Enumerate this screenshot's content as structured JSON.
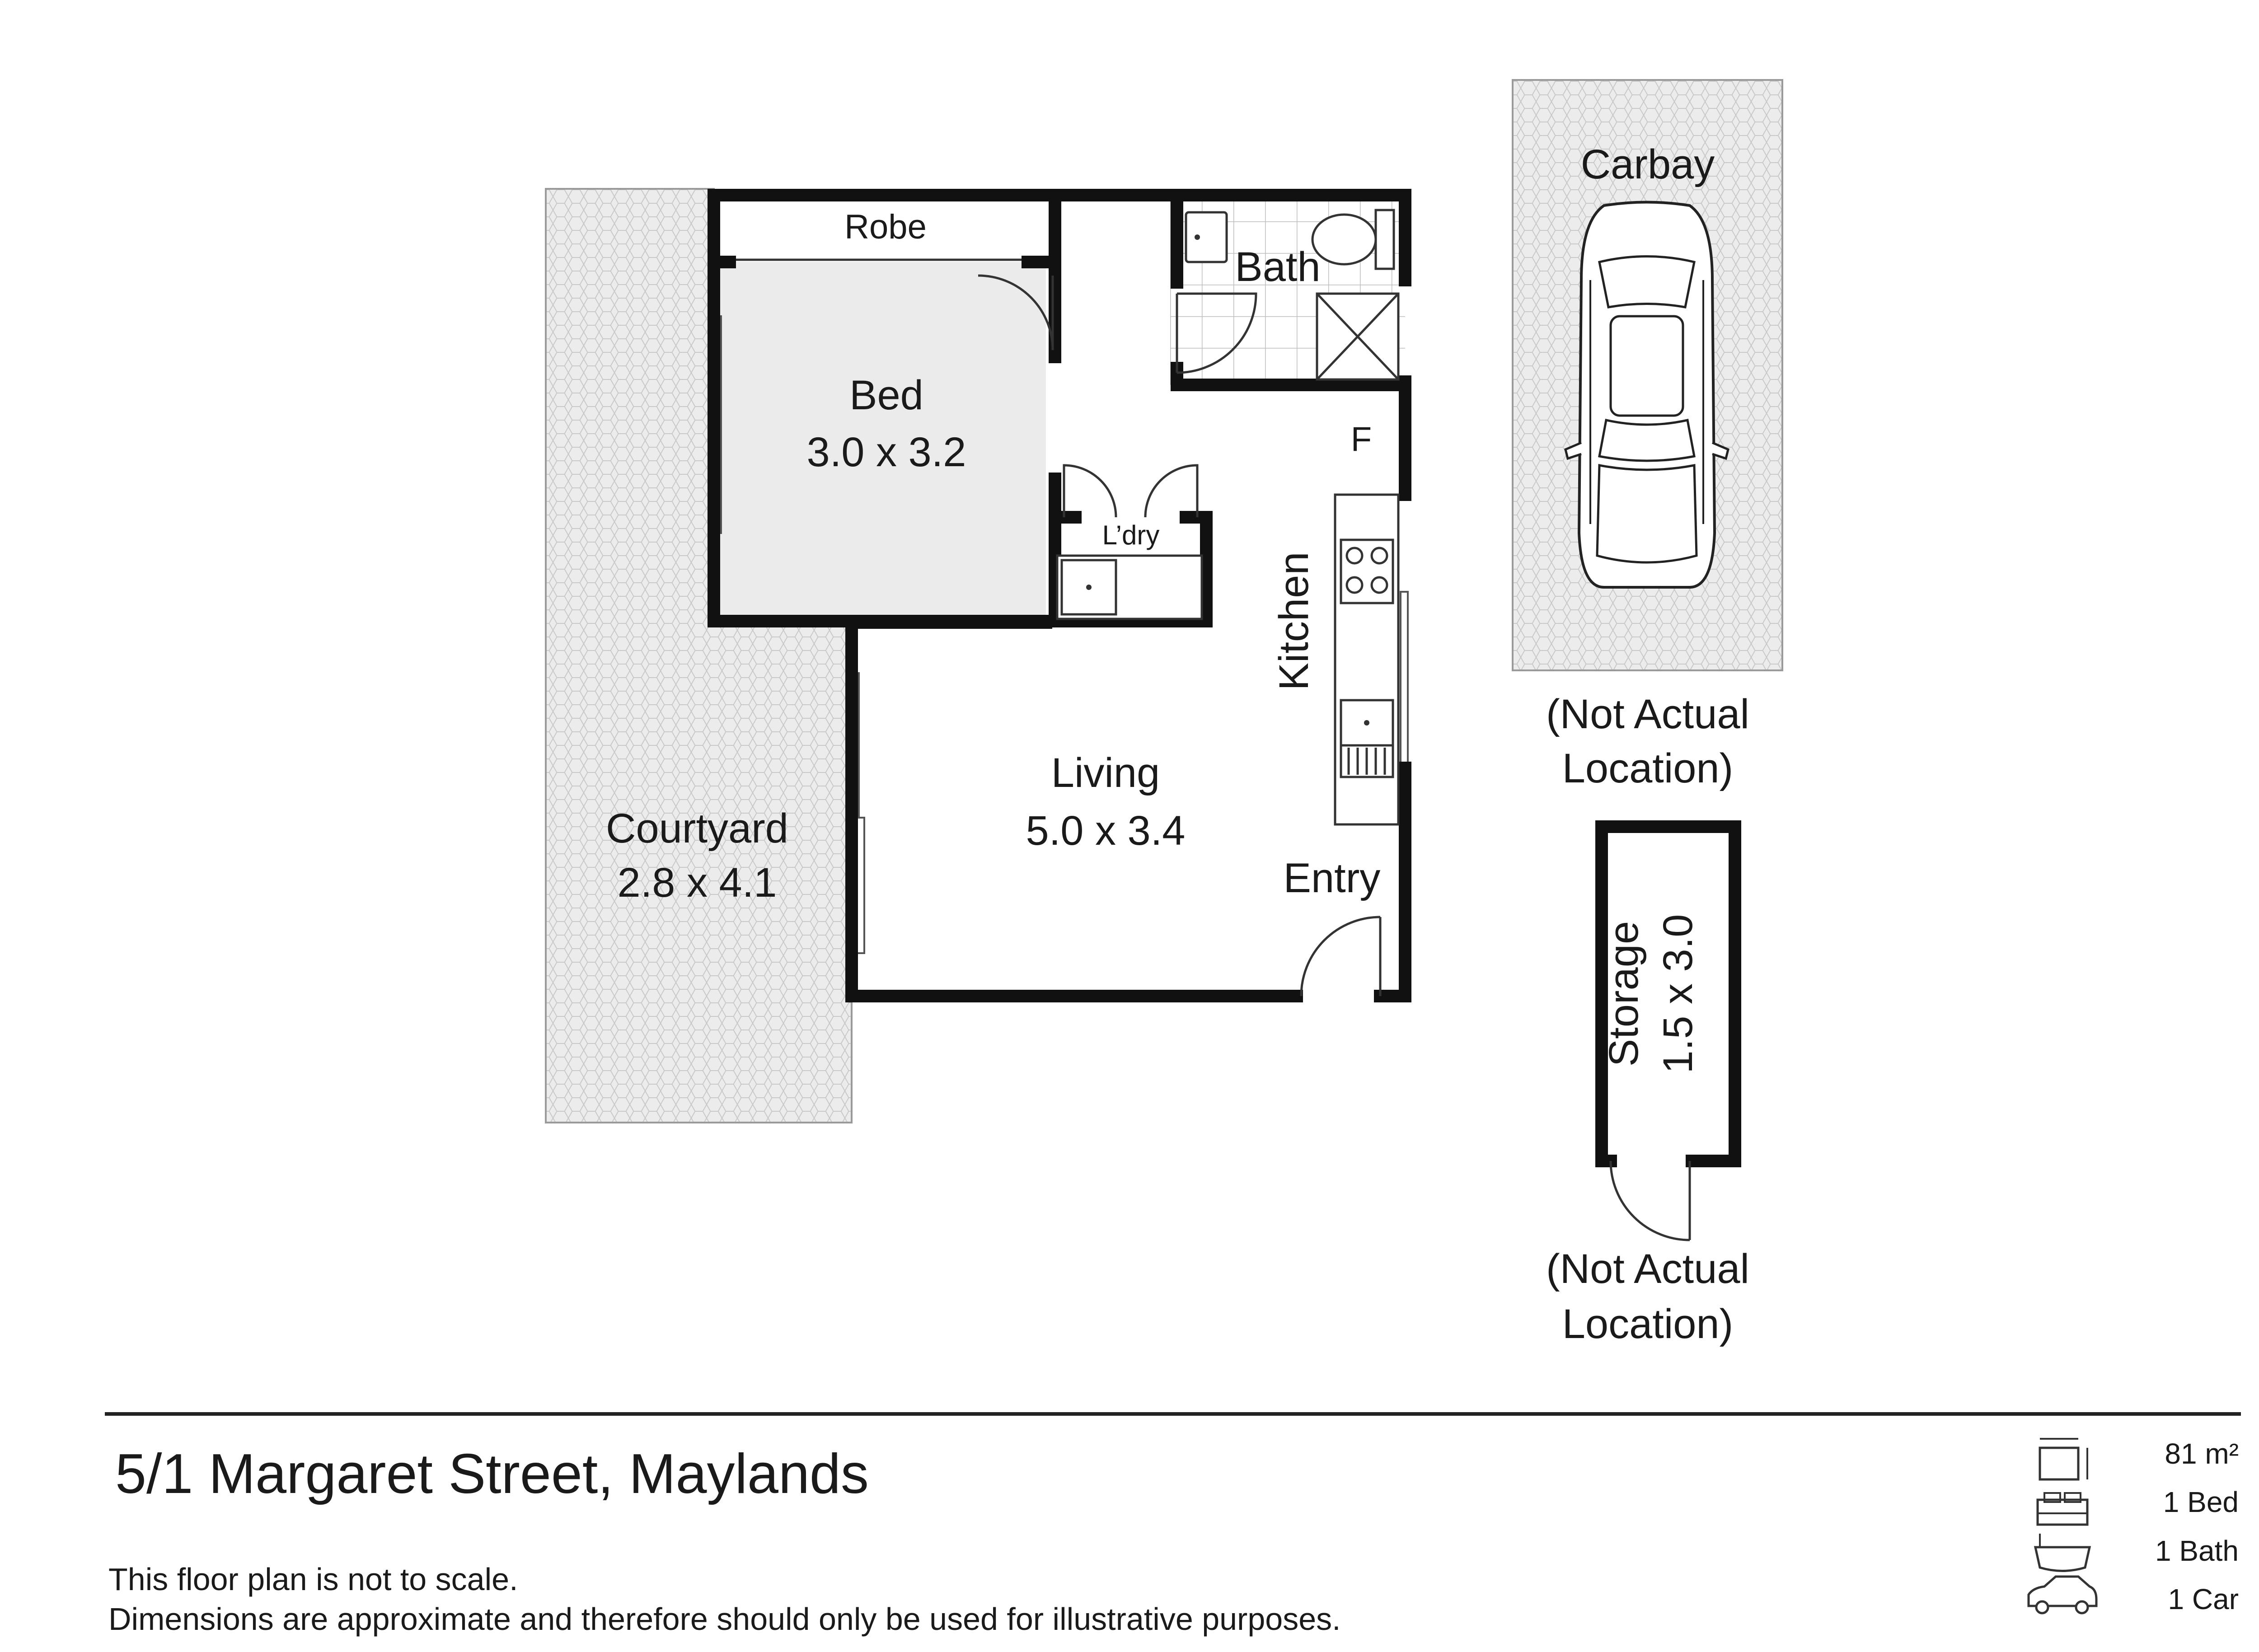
{
  "rooms": {
    "robe": "Robe",
    "bed": {
      "name": "Bed",
      "size": "3.0 x 3.2"
    },
    "bath": "Bath",
    "laundry": "L’dry",
    "fridge": "F",
    "kitchen": "Kitchen",
    "living": {
      "name": "Living",
      "size": "5.0 x 3.4"
    },
    "entry": "Entry",
    "courtyard": {
      "name": "Courtyard",
      "size": "2.8 x 4.1"
    },
    "carbay": "Carbay",
    "storage": {
      "name": "Storage",
      "size": "1.5 x 3.0"
    }
  },
  "notes": {
    "carbay_location": [
      "(Not Actual",
      "Location)"
    ],
    "storage_location": [
      "(Not Actual",
      "Location)"
    ]
  },
  "footer": {
    "address": "5/1 Margaret Street, Maylands",
    "disclaimer_1": "This floor plan is not to scale.",
    "disclaimer_2": "Dimensions are approximate and therefore should only be used for illustrative purposes."
  },
  "stats": [
    {
      "icon": "floor-area-icon",
      "label": "81 m²"
    },
    {
      "icon": "bed-icon",
      "label": "1 Bed"
    },
    {
      "icon": "bathtub-icon",
      "label": "1 Bath"
    },
    {
      "icon": "car-icon",
      "label": "1 Car"
    }
  ],
  "colors": {
    "walls": "#111111",
    "bedroom_fill": "#ebebeb",
    "outdoor_fill": "#e6e6e6",
    "text": "#1a1a1a"
  }
}
